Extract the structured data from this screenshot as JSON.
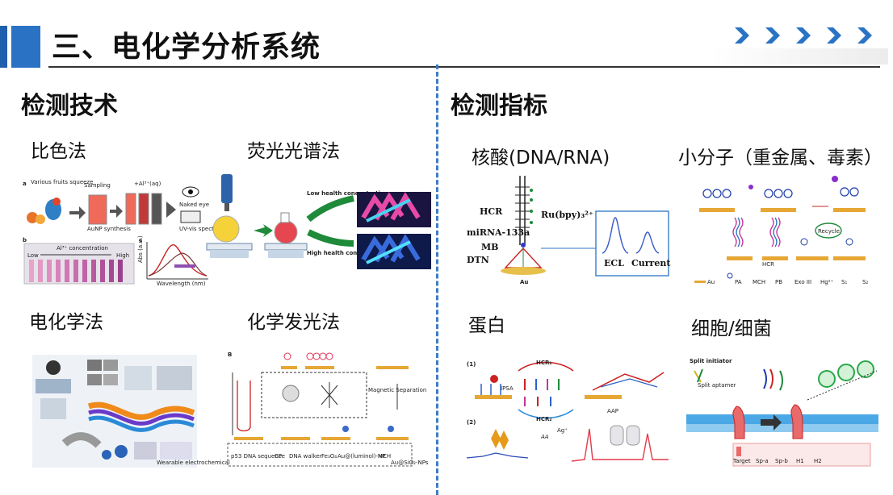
{
  "header": {
    "title": "三、电化学分析系统"
  },
  "left_section": {
    "title": "检测技术",
    "methods": [
      "比色法",
      "荧光光谱法",
      "电化学法",
      "化学发光法"
    ]
  },
  "right_section": {
    "title": "检测指标",
    "targets": [
      "核酸(DNA/RNA)",
      "小分子（重金属、毒素）",
      "蛋白",
      "细胞/细菌"
    ]
  },
  "figures": {
    "colorimetric": {
      "panel_a": "a",
      "panel_b": "b",
      "panel_c": "c",
      "fruits": "Various fruits squeeze",
      "sampling": "Sampling",
      "aunp": "AuNP synthesis",
      "ion": "+Al³⁺(aq)",
      "eye": "Naked eye",
      "uv": "UV-vis spectroscopy",
      "concentration": "Al³⁺ concentration",
      "low": "Low",
      "high": "High",
      "axis_y": "Abs (a.u.)",
      "axis_x": "Wavelength (nm)"
    },
    "fluorescence": {
      "top_label": "Low health concentration",
      "bottom_label": "High health concentration"
    },
    "electrochemical": {
      "bottom": "Wearable electrochemical"
    },
    "chemiluminescence": {
      "panel_b": "B",
      "separation": "Magnetic Separation",
      "legend": [
        "p53 DNA sequence",
        "CP",
        "DNA walker",
        "Fe₃O₄",
        "Au@(luminol)-NP",
        "MCH",
        "Au@SiO₂-NPs"
      ]
    },
    "nucleic": {
      "hcr": "HCR",
      "ru": "Ru(bpy)₃²⁺",
      "mirna": "miRNA-133a",
      "mb": "MB",
      "dtn": "DTN",
      "au": "Au",
      "ecl": "ECL",
      "current": "Current"
    },
    "small_molecule": {
      "hcr": "HCR",
      "recycle": "Recycle",
      "legend": [
        "Au",
        "PA",
        "MCH",
        "PB",
        "Exo III",
        "Hg²⁺",
        "S₁",
        "S₂"
      ]
    },
    "protein": {
      "p1": "(1)",
      "p2": "(2)",
      "hcr1": "HCR₁",
      "hcr2": "HCR₂",
      "ipsa": "IPSA",
      "aap": "AAP",
      "ag": "Ag⁺",
      "aa": "AA"
    },
    "cell": {
      "split_initiator": "Split initiator",
      "split_aptamer": "Split aptamer",
      "legend": [
        "Target",
        "Sp-a",
        "Sp-b",
        "H1",
        "H2"
      ]
    }
  }
}
